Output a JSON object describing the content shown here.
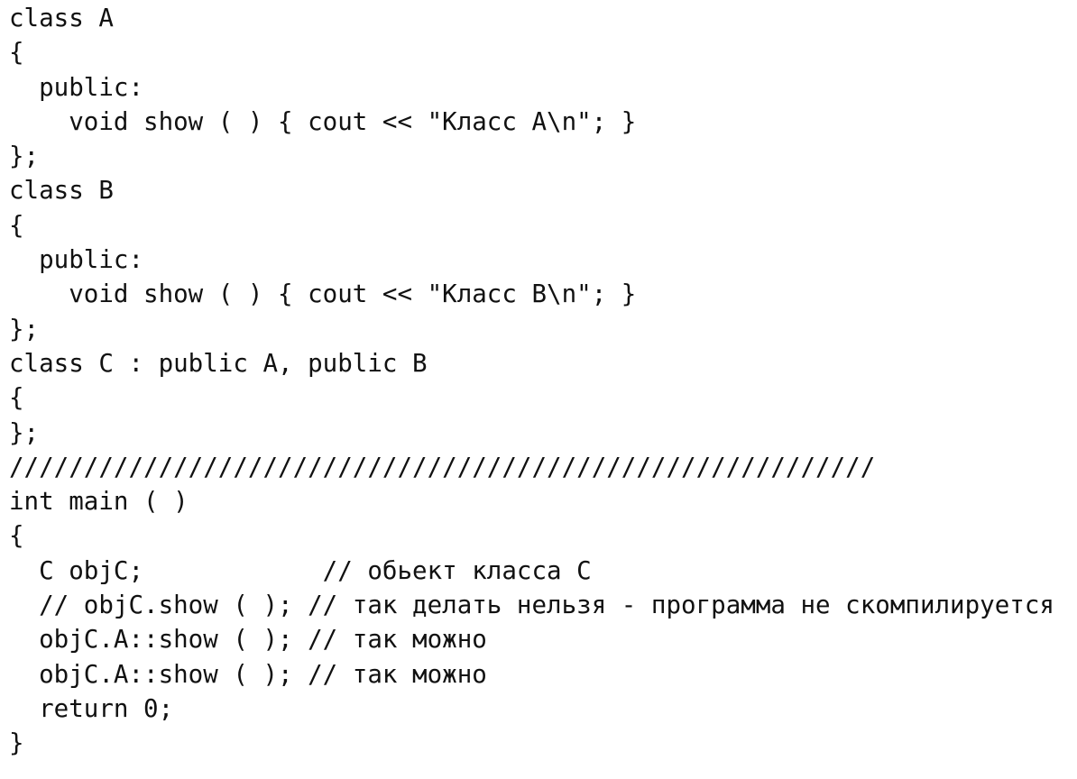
{
  "code_lines": [
    "class A",
    "{",
    "  public:",
    "    void show ( ) { cout << \"Класс A\\n\"; }",
    "};",
    "class B",
    "{",
    "  public:",
    "    void show ( ) { cout << \"Класс B\\n\"; }",
    "};",
    "class C : public A, public B",
    "{",
    "};",
    "//////////////////////////////////////////////////////////",
    "int main ( )",
    "{",
    "  C objC;            // обьект класса C",
    "  // objC.show ( ); // так делать нельзя - программа не скомпилируется",
    "  objC.A::show ( ); // так можно",
    "  objC.A::show ( ); // так можно",
    "  return 0;",
    "}"
  ]
}
